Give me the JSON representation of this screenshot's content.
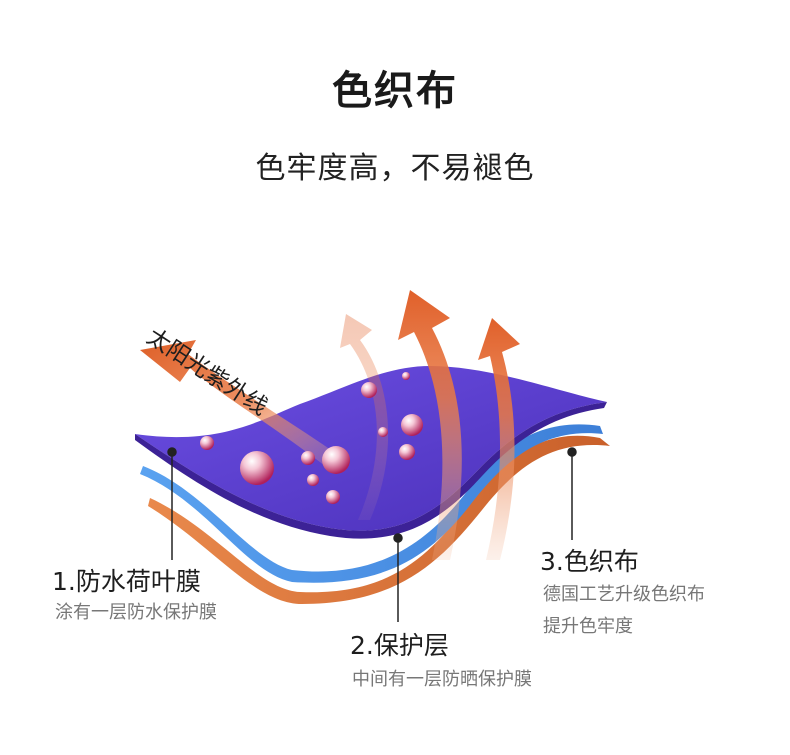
{
  "header": {
    "title": "色织布",
    "subtitle": "色牢度高，不易褪色"
  },
  "diagram": {
    "uv_label": "太阳光紫外线",
    "colors": {
      "top_layer": "#5b3fd0",
      "middle_layer": "#4c8fe6",
      "bottom_layer": "#d9743a",
      "arrow": "#e2662a"
    }
  },
  "layers": [
    {
      "title": "1.防水荷叶膜",
      "desc": [
        "涂有一层防水保护膜"
      ]
    },
    {
      "title": "2.保护层",
      "desc": [
        "中间有一层防晒保护膜"
      ]
    },
    {
      "title": "3.色织布",
      "desc": [
        "德国工艺升级色织布",
        "提升色牢度"
      ]
    }
  ]
}
